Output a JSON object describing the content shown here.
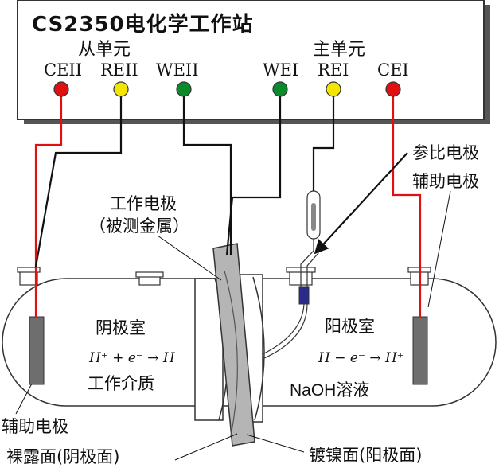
{
  "instrument": {
    "title": "CS2350电化学工作站",
    "slave_unit_label": "从单元",
    "master_unit_label": "主单元"
  },
  "terminals": [
    {
      "id": "CEII",
      "label": "CEII",
      "color": "#e01010"
    },
    {
      "id": "REII",
      "label": "REII",
      "color": "#f2e600"
    },
    {
      "id": "WEII",
      "label": "WEII",
      "color": "#0a8a2a"
    },
    {
      "id": "WEI",
      "label": "WEI",
      "color": "#0a8a2a"
    },
    {
      "id": "REI",
      "label": "REI",
      "color": "#f2e600"
    },
    {
      "id": "CEI",
      "label": "CEI",
      "color": "#e01010"
    }
  ],
  "labels": {
    "reference_electrode": "参比电极",
    "aux_electrode_right": "辅助电极",
    "aux_electrode_left": "辅助电极",
    "working_electrode": "工作电极",
    "working_electrode_note": "（被测金属）",
    "cathode_chamber": "阴极室",
    "anode_chamber": "阳极室",
    "cathode_medium": "工作介质",
    "anode_medium": "NaOH溶液",
    "bare_face": "裸露面(阴极面)",
    "nickel_face": "镀镍面(阳极面)"
  },
  "equations": {
    "cathode": "H⁺ + e⁻ → H",
    "anode": "H − e⁻ → H⁺"
  },
  "colors": {
    "wire_red": "#e01010",
    "wire_black": "#111111",
    "electrode_gray": "#6e6e6e",
    "membrane_gray": "#b5b5b5",
    "reference_fill": "#2a2a8a"
  }
}
